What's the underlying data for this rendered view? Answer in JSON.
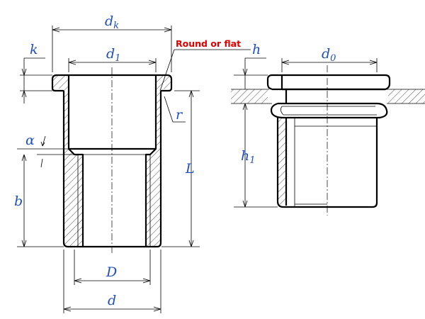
{
  "labels": {
    "dk": "d",
    "dk_sub": "k",
    "k": "k",
    "d1": "d",
    "d1_sub": "1",
    "r": "r",
    "alpha": "α",
    "L": "L",
    "b": "b",
    "D": "D",
    "d": "d",
    "h": "h",
    "d0": "d",
    "d0_sub": "0",
    "h1": "h",
    "h1_sub": "1"
  },
  "note": {
    "text": "Round or flat",
    "color": "#e00000"
  },
  "colors": {
    "label": "#1f4fbf",
    "line": "#000000"
  }
}
